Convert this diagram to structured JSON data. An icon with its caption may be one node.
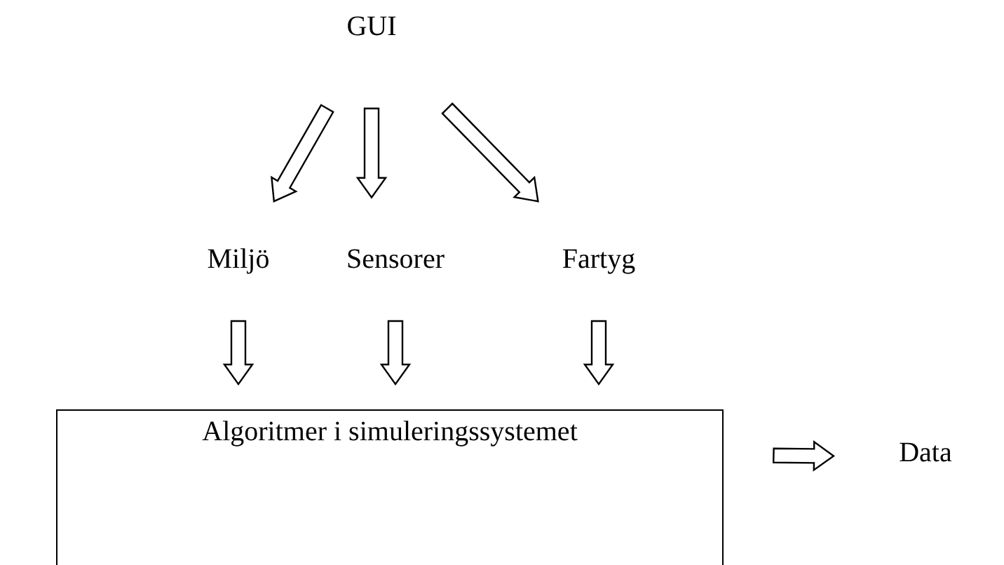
{
  "diagram": {
    "nodes": [
      {
        "text": [
          "GUI"
        ]
      },
      {
        "text": [
          "Miljö"
        ]
      },
      {
        "text": [
          "Sensorer"
        ]
      },
      {
        "text": [
          "Fartyg"
        ]
      },
      {
        "text": [
          "Algoritmer i simuleringssystemet"
        ]
      },
      {
        "text": [
          "Data"
        ]
      }
    ],
    "edges": [
      {
        "from": 0,
        "to": 1,
        "arrow": "to"
      },
      {
        "from": 0,
        "to": 2,
        "arrow": "to"
      },
      {
        "from": 0,
        "to": 3,
        "arrow": "to"
      },
      {
        "from": 1,
        "to": 4,
        "arrow": "to"
      },
      {
        "from": 2,
        "to": 4,
        "arrow": "to"
      },
      {
        "from": 3,
        "to": 4,
        "arrow": "to"
      },
      {
        "from": 4,
        "to": 5,
        "arrow": "to"
      }
    ]
  }
}
